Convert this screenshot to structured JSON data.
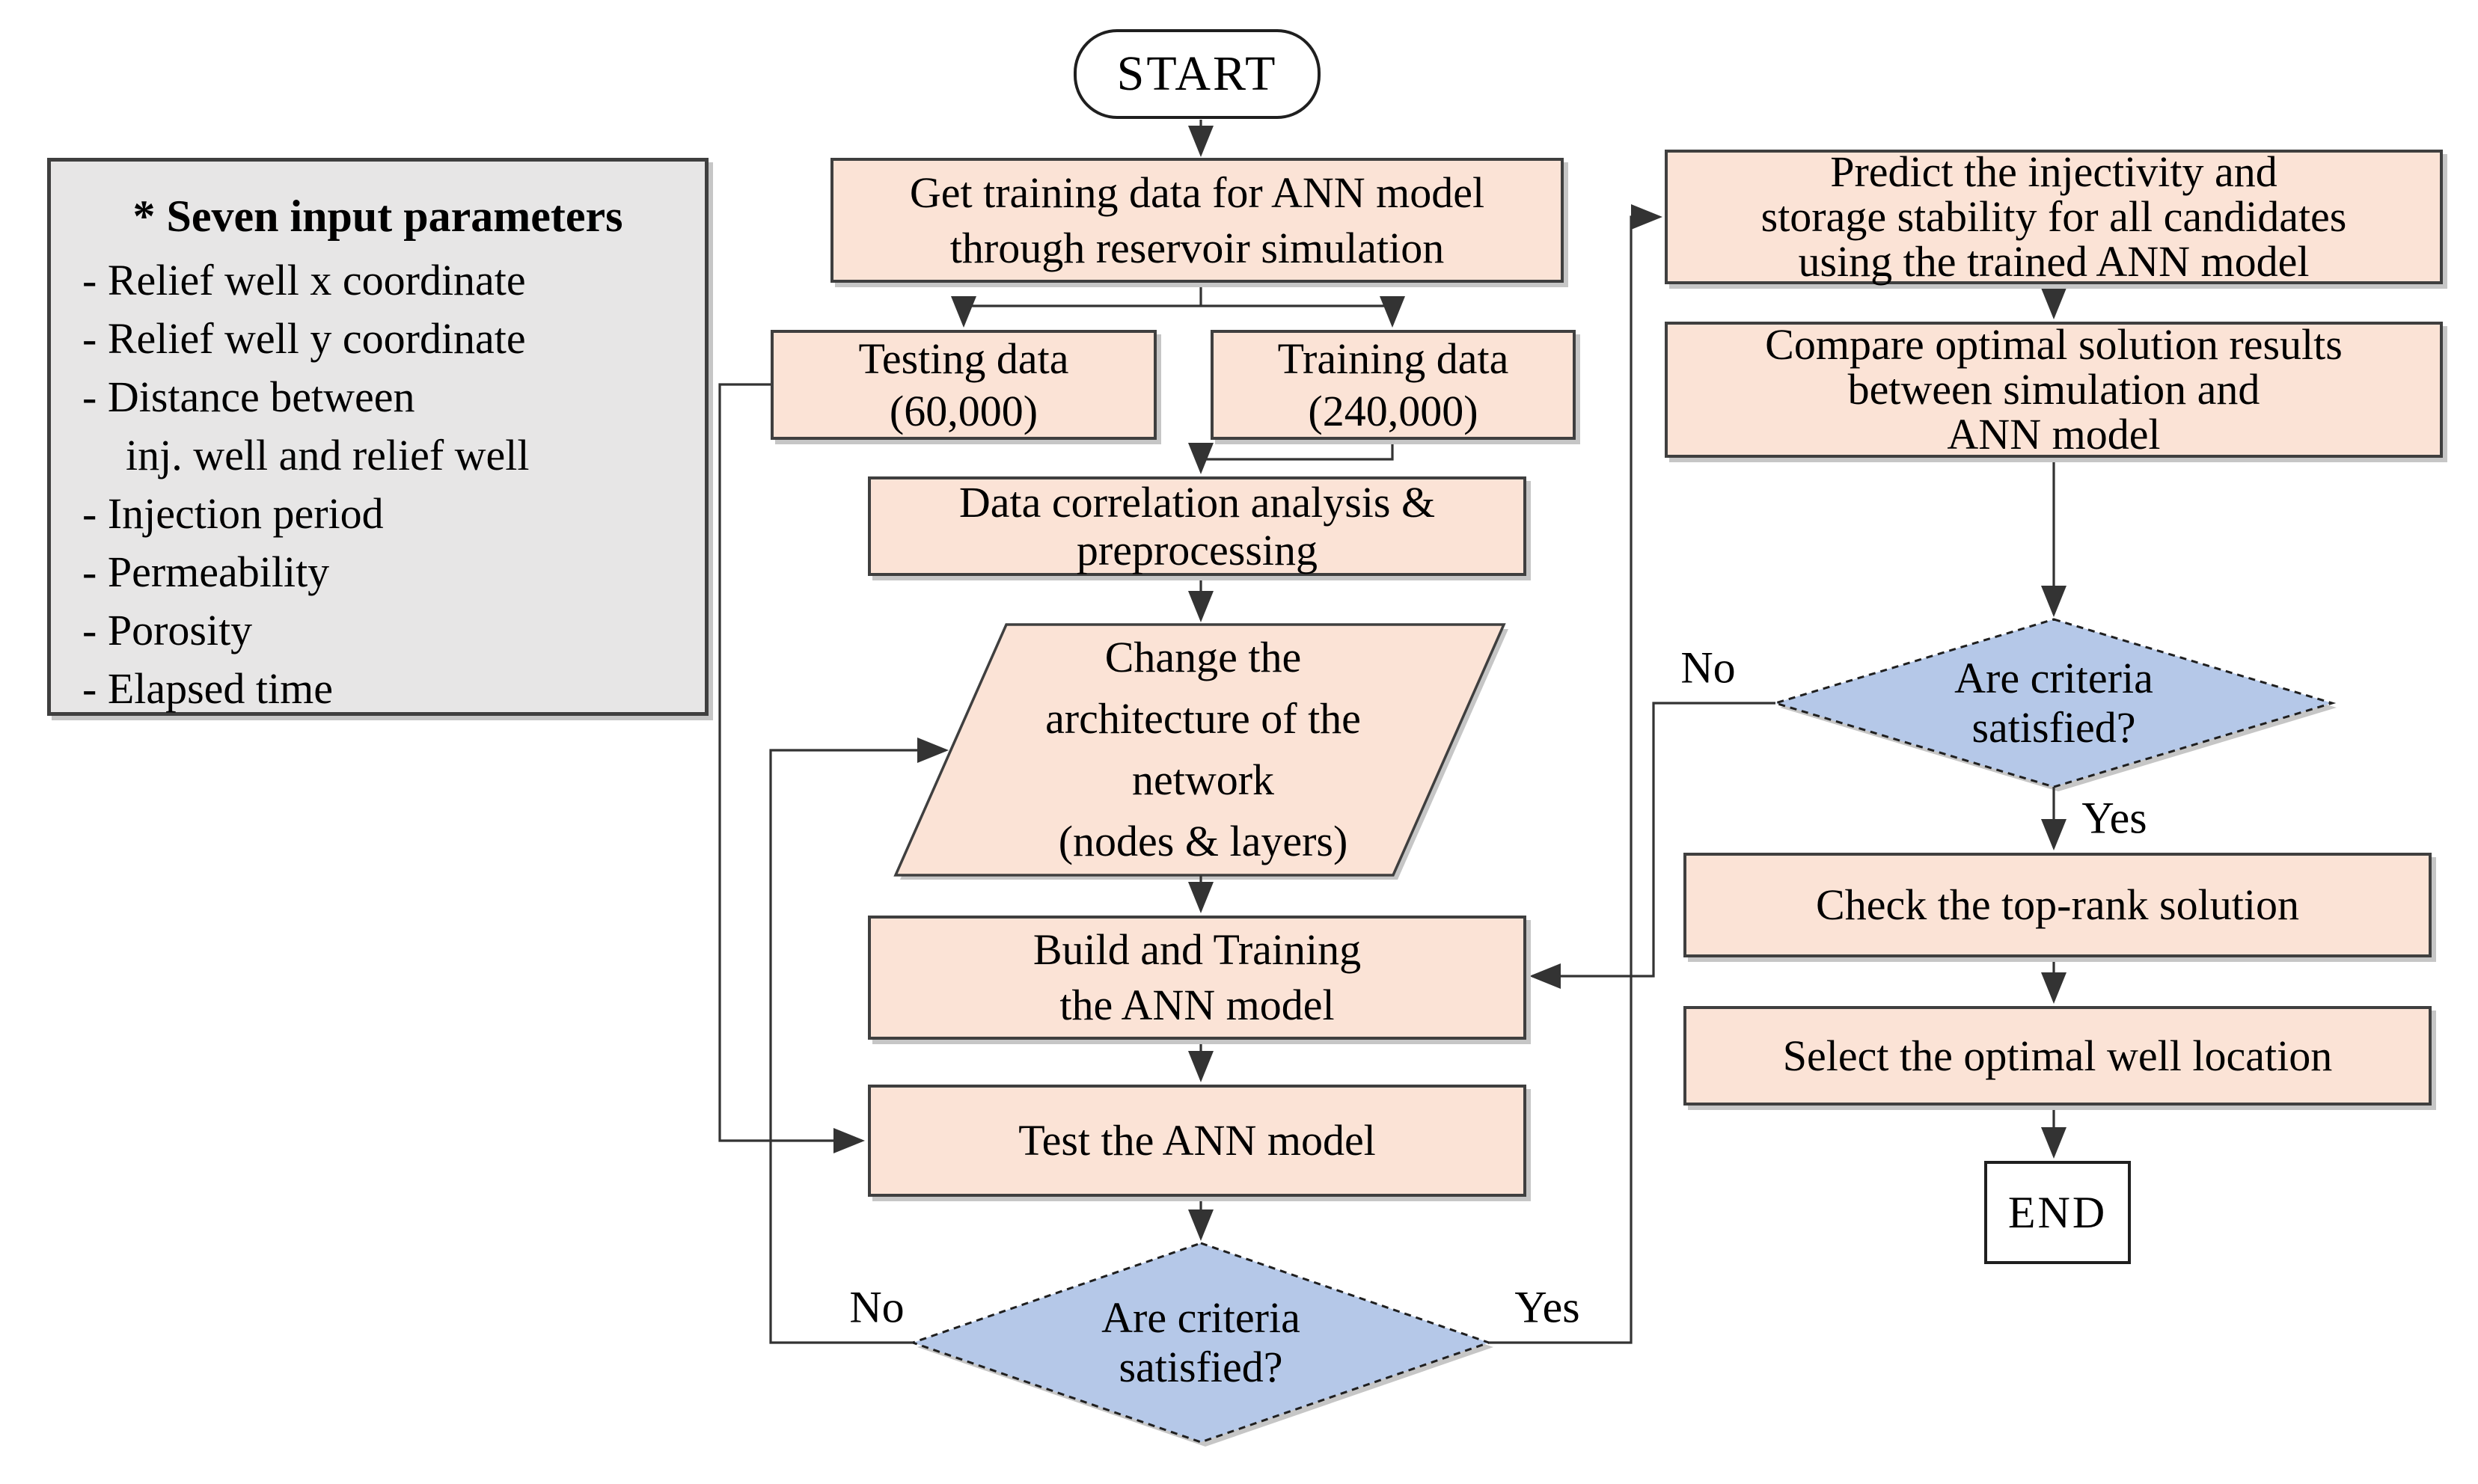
{
  "diagram": {
    "start_label": "START",
    "end_label": "END",
    "parameters_panel": {
      "title": "* Seven input parameters",
      "items": [
        "- Relief well x coordinate",
        "- Relief well y coordinate",
        "- Distance between",
        "    inj. well and relief well",
        "- Injection period",
        "- Permeability",
        "- Porosity",
        "- Elapsed time"
      ]
    },
    "nodes": {
      "get_training": "Get training data for ANN model\nthrough reservoir simulation",
      "testing_data": "Testing data\n(60,000)",
      "training_data": "Training data\n(240,000)",
      "data_correlation": "Data correlation analysis &\npreprocessing",
      "change_architecture": "Change the\narchitecture of the\nnetwork\n(nodes & layers)",
      "build_training": "Build and Training\nthe ANN model",
      "test_model": "Test the ANN model",
      "criteria_bottom": "Are criteria\nsatisfied?",
      "predict": "Predict the injectivity and\nstorage stability for all candidates\nusing the trained ANN model",
      "compare": "Compare optimal solution results\nbetween simulation and\nANN model",
      "criteria_right": "Are criteria\nsatisfied?",
      "check_top_rank": "Check the top-rank solution",
      "select_optimal": "Select the optimal well location"
    },
    "branch_labels": {
      "no_bottom": "No",
      "yes_bottom": "Yes",
      "no_right": "No",
      "yes_right": "Yes"
    },
    "colors": {
      "process_fill": "#FBE3D6",
      "decision_fill": "#B5C8E8",
      "panel_fill": "#E7E6E6",
      "shape_border": "#3F3F3F",
      "terminal_border": "#1F1F1F",
      "line_color": "#333333",
      "shadow_color": "#C6C6C6",
      "text_color": "#000000",
      "page_background": "#FFFFFF"
    }
  }
}
